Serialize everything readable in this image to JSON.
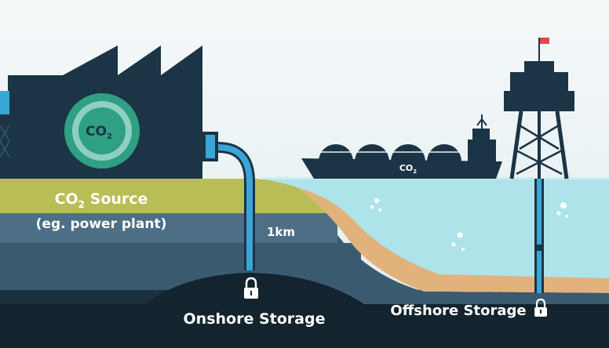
{
  "diagram": {
    "factory_badge": {
      "main": "CO",
      "sub": "2"
    },
    "ship_badge": {
      "main": "CO",
      "sub": "2"
    },
    "source_label": {
      "line1_main": "CO",
      "line1_sub": "2",
      "line1_rest": " Source",
      "line2": "(eg. power plant)"
    },
    "depth_label": "1km",
    "onshore_label": "Onshore Storage",
    "offshore_label": "Offshore Storage",
    "icons": [
      "factory-icon",
      "ship-icon",
      "oil-rig-icon",
      "lock-icon",
      "flag-icon",
      "bubbles-icon"
    ],
    "colors": {
      "sky": "#e9f1f3",
      "factory": "#1b3446",
      "pipe": "#3aa6d8",
      "sea": "#aee3ea",
      "source_layer": "#b9bd55",
      "sand": "#e2b27c",
      "storage": "#13242f",
      "badge_outer": "#2fa082",
      "badge_inner": "#8fd0c3",
      "flag": "#e24a4a"
    }
  }
}
